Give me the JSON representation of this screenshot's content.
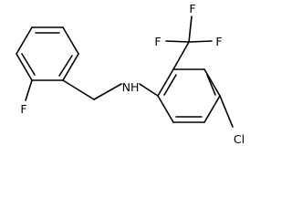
{
  "molecule": {
    "atom_labels": {
      "nh": "NH",
      "f_ortho": "F",
      "cl": "Cl",
      "cf3_f1": "F",
      "cf3_f2": "F",
      "cf3_f3": "F"
    },
    "colors": {
      "bond": "#000000",
      "text": "#000000",
      "background": "#ffffff"
    }
  }
}
